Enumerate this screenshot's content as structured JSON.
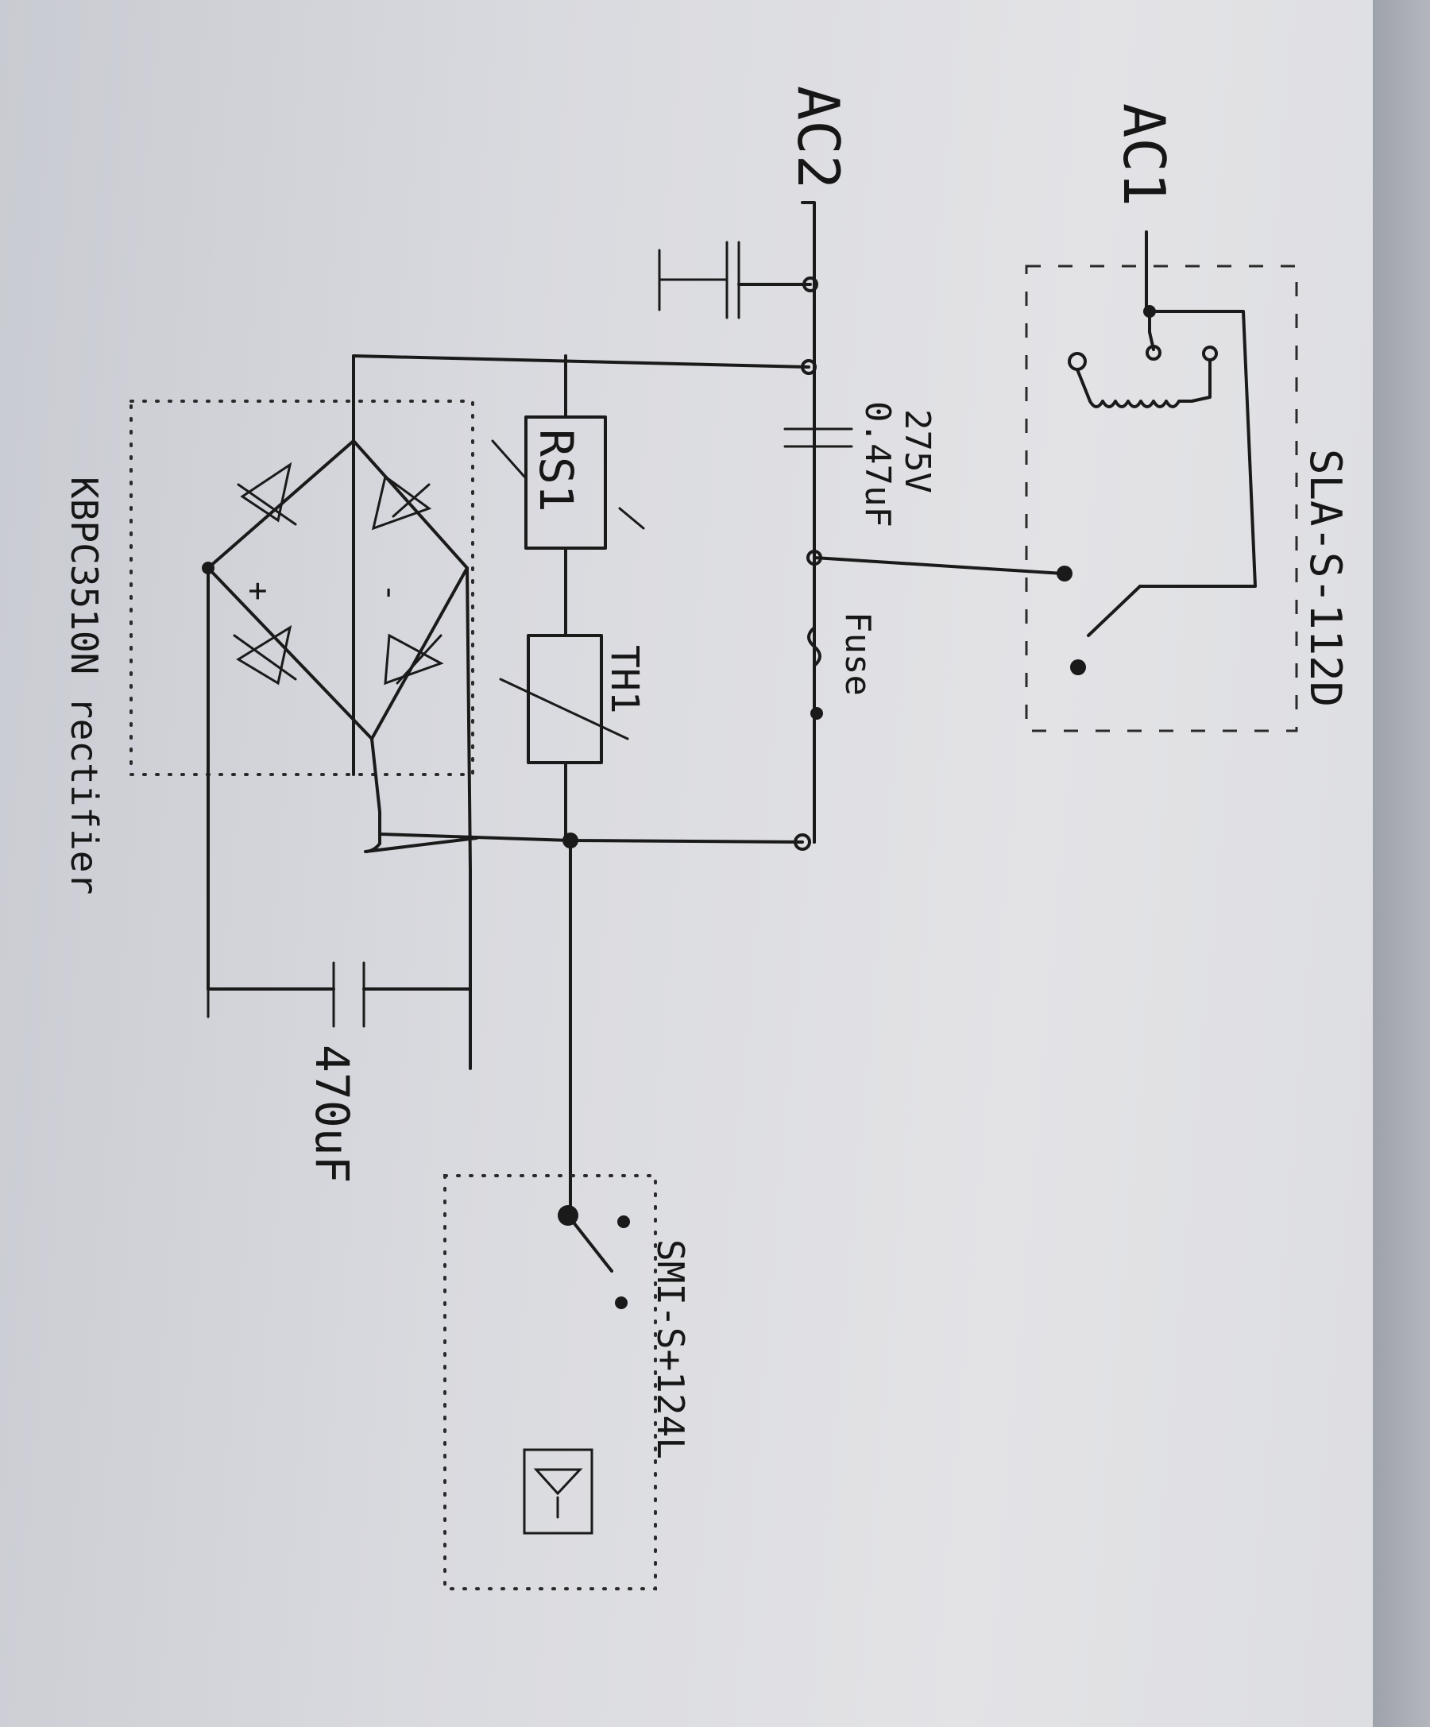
{
  "labels": {
    "ac1": "AC1",
    "ac2": "AC2",
    "relay1": "SLA-S-112D",
    "cap_rating": "275V",
    "cap_value": "0.47uF",
    "fuse": "Fuse",
    "rs1": "RS1",
    "th1": "TH1",
    "rectifier": "KBPC3510N rectifier",
    "bulk_cap": "470uF",
    "relay2": "SMI-S+124L",
    "plus": "+",
    "minus": "-"
  },
  "colors": {
    "ink": "#1a1a1a",
    "paper": "#e1e1e5"
  }
}
